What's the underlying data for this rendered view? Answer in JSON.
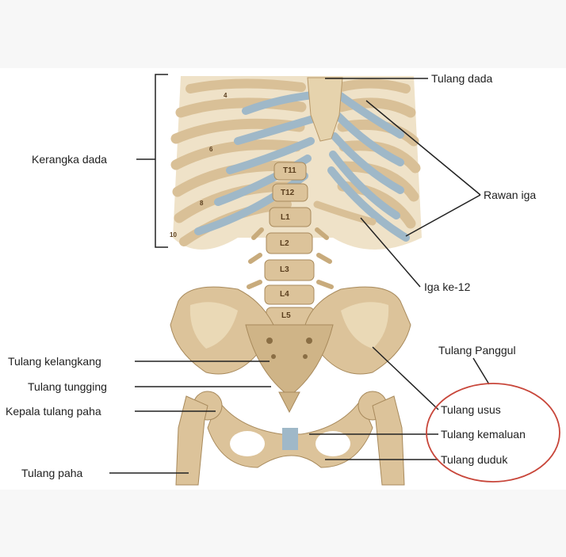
{
  "labels": {
    "tulang_dada": "Tulang dada",
    "kerangka_dada": "Kerangka dada",
    "rawan_iga": "Rawan iga",
    "iga_ke12": "Iga ke-12",
    "tulang_panggul": "Tulang Panggul",
    "tulang_kelangkang": "Tulang kelangkang",
    "tulang_tungging": "Tulang tungging",
    "kepala_tulang_paha": "Kepala tulang paha",
    "tulang_paha": "Tulang paha",
    "tulang_usus": "Tulang usus",
    "tulang_kemaluan": "Tulang kemaluan",
    "tulang_duduk": "Tulang duduk"
  },
  "vertebra_labels": [
    "T11",
    "T12",
    "L1",
    "L2",
    "L3",
    "L4",
    "L5"
  ],
  "rib_numbers": [
    "4",
    "6",
    "8",
    "10"
  ],
  "colors": {
    "bone": "#dcc39a",
    "bone_shadow": "#b89868",
    "cartilage": "#9fb8c8",
    "ellipse": "#c8463a",
    "line": "#222222"
  }
}
